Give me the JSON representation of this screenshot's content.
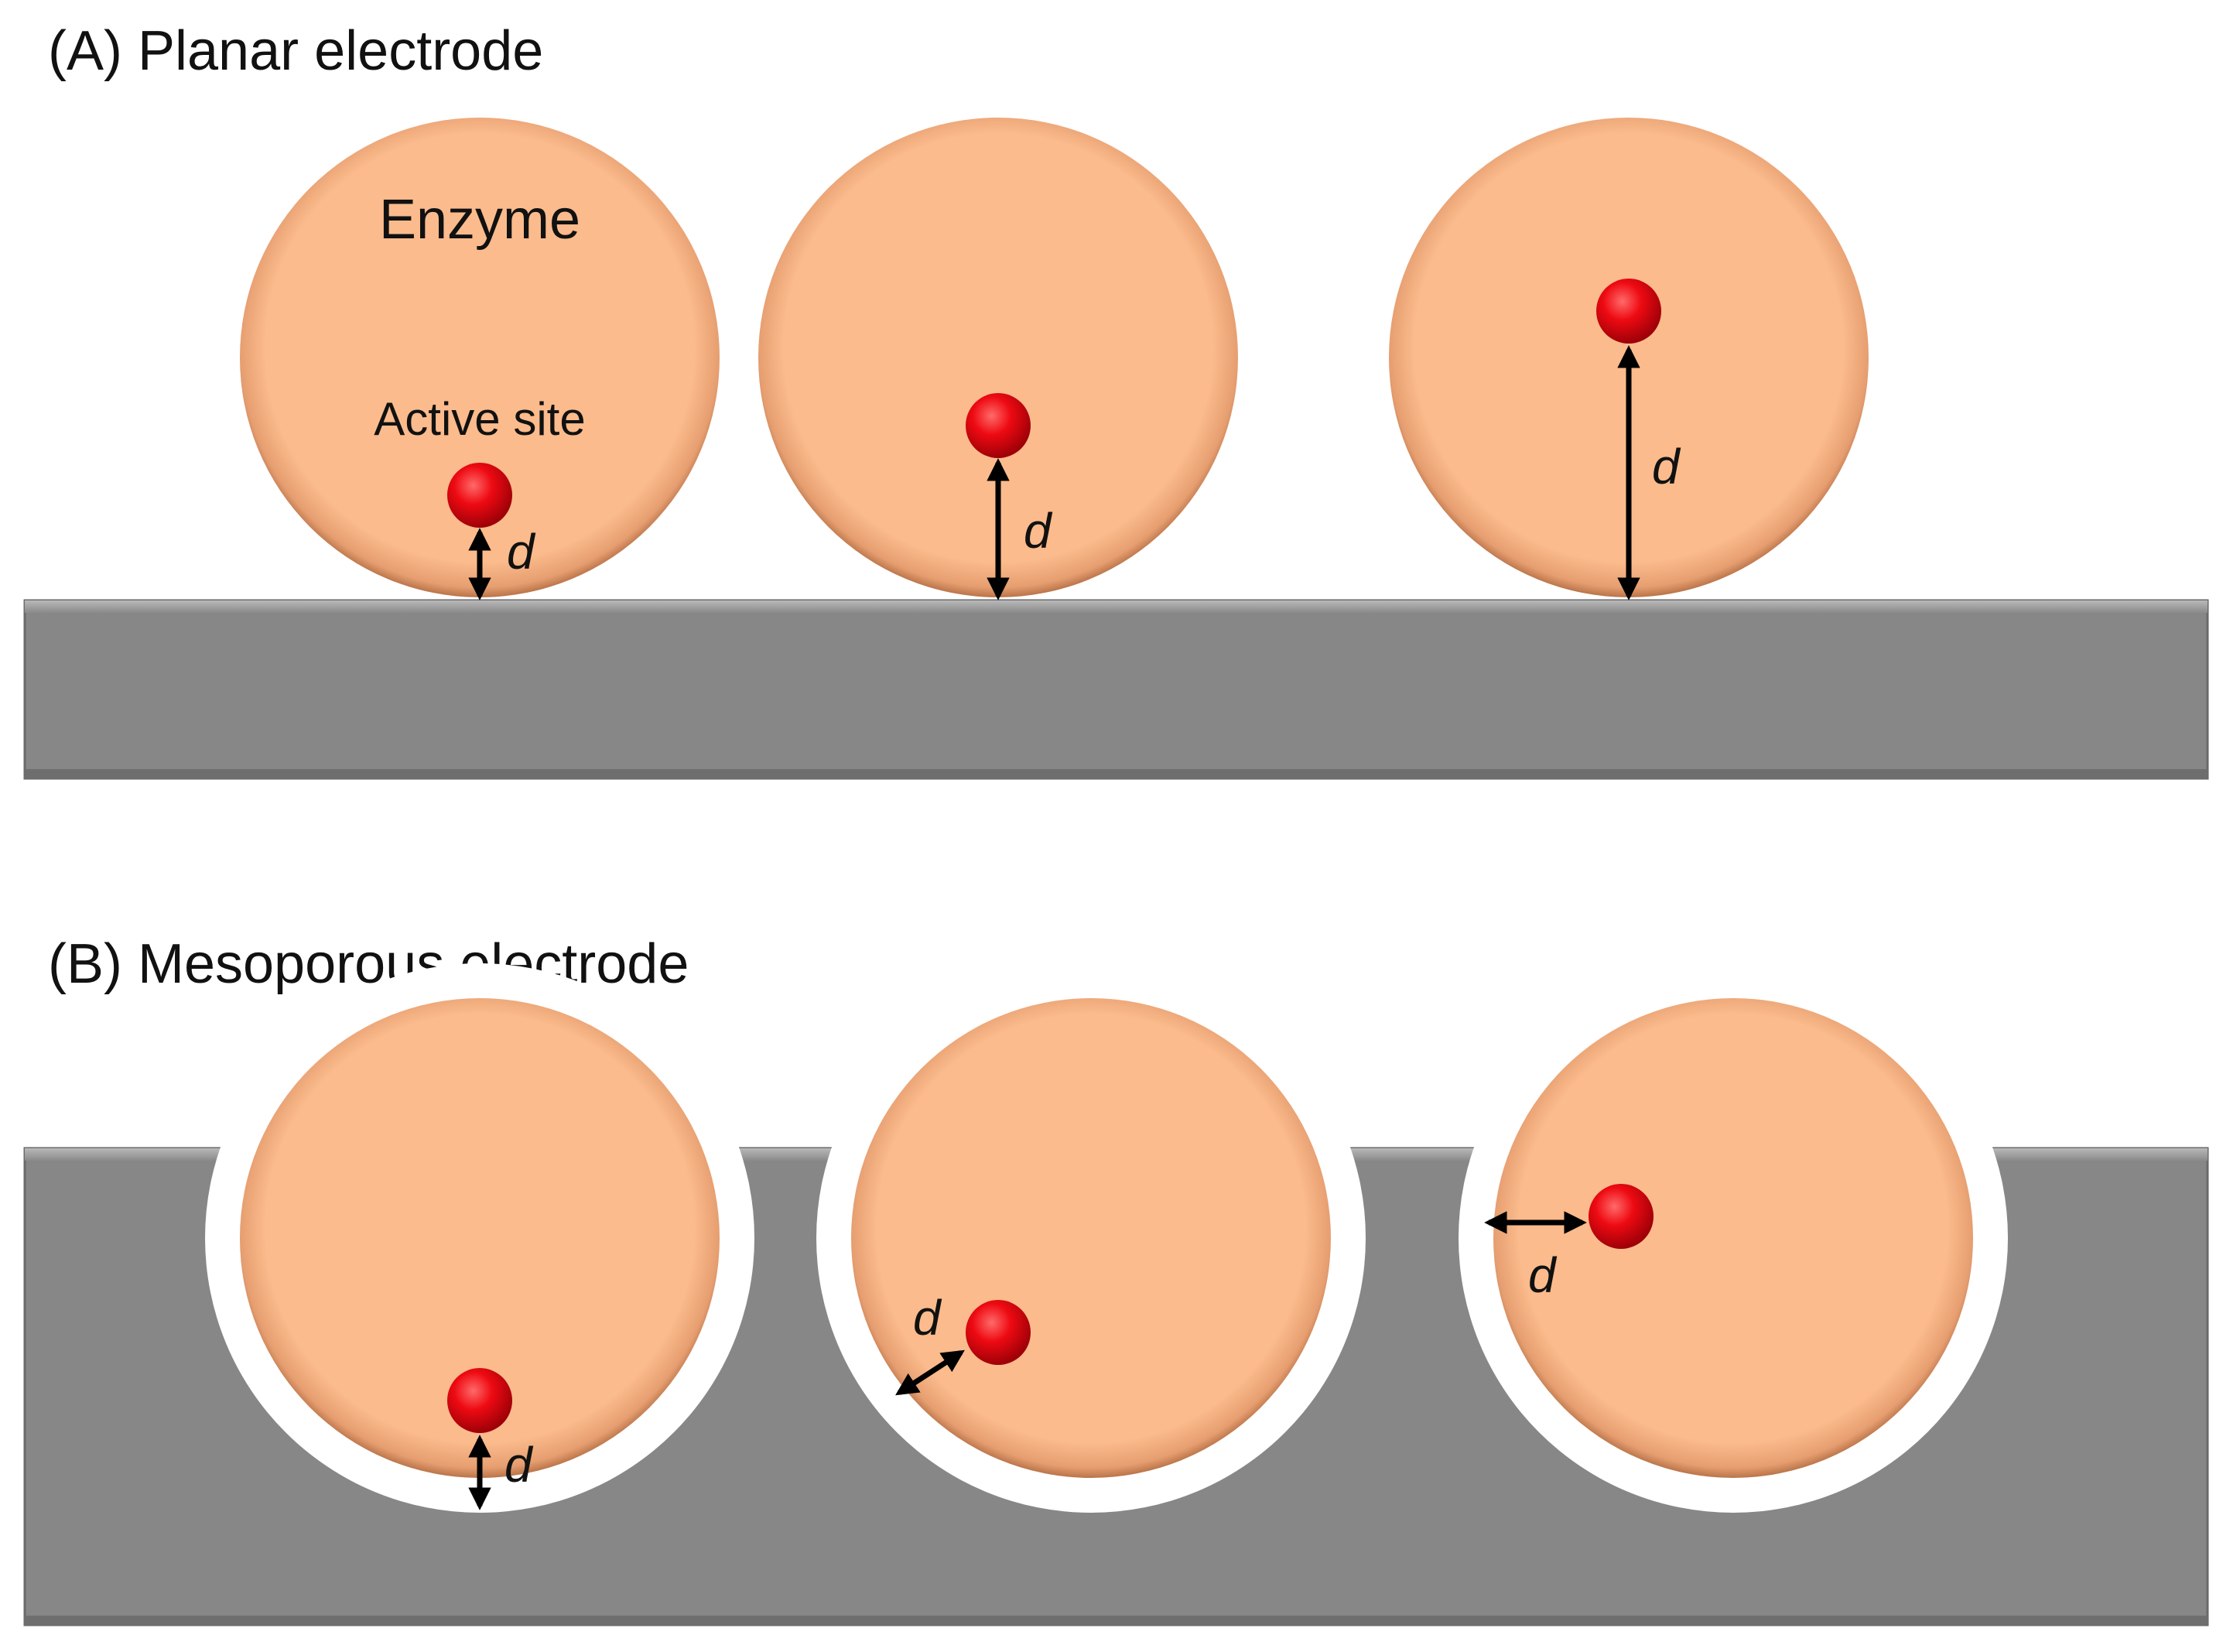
{
  "panel_a": {
    "title": "(A) Planar electrode",
    "enzyme_label": "Enzyme",
    "active_site_label": "Active site",
    "distance_labels": [
      "d",
      "d",
      "d"
    ]
  },
  "panel_b": {
    "title": "(B) Mesoporous electrode",
    "distance_labels": [
      "d",
      "d",
      "d"
    ]
  },
  "colors": {
    "enzyme_fill": "#fbbb8c",
    "enzyme_edge": "#c8825a",
    "active_site": "#e0000f",
    "electrode": "#878787",
    "electrode_edge": "#5c5c5c",
    "pore_gap": "#ffffff",
    "arrow": "#000000"
  }
}
